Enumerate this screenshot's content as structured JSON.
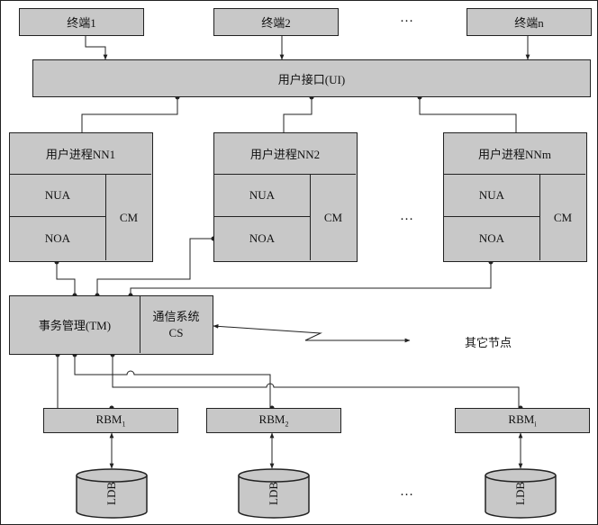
{
  "terminals": [
    "终端1",
    "终端2",
    "终端n"
  ],
  "terminal_ellipsis": "…",
  "ui": "用户接口(UI)",
  "user_processes": [
    {
      "title": "用户进程NN1",
      "nua": "NUA",
      "noa": "NOA",
      "cm": "CM"
    },
    {
      "title": "用户进程NN2",
      "nua": "NUA",
      "noa": "NOA",
      "cm": "CM"
    },
    {
      "title": "用户进程NNm",
      "nua": "NUA",
      "noa": "NOA",
      "cm": "CM"
    }
  ],
  "process_ellipsis": "…",
  "tm": "事务管理(TM)",
  "cs_line1": "通信系统",
  "cs_line2": "CS",
  "other_nodes": "其它节点",
  "rbm": [
    {
      "base": "RBM",
      "sub": "1"
    },
    {
      "base": "RBM",
      "sub": "2"
    },
    {
      "base": "RBM",
      "sub": "i"
    }
  ],
  "ldb": [
    "LDB",
    "LDB",
    "LDB"
  ],
  "ldb_ellipsis": "…"
}
